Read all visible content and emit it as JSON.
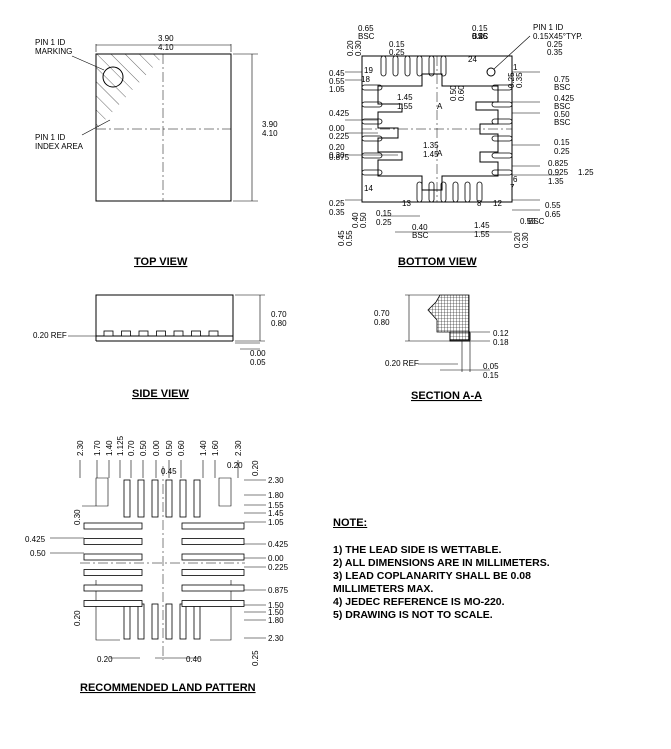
{
  "views": {
    "top": "TOP VIEW",
    "bottom": "BOTTOM VIEW",
    "side": "SIDE VIEW",
    "section": "SECTION A-A",
    "land": "RECOMMENDED LAND PATTERN"
  },
  "top_view": {
    "dim_w1": "3.90",
    "dim_w2": "4.10",
    "dim_h1": "3.90",
    "dim_h2": "4.10",
    "pin1_marking": [
      "PIN 1 ID",
      "MARKING"
    ],
    "pin1_index": [
      "PIN 1 ID",
      "INDEX AREA"
    ]
  },
  "bottom_view": {
    "pin1_label": [
      "PIN 1 ID",
      "0.15X45°TYP."
    ],
    "pin_numbers": [
      "19",
      "24",
      "1",
      "6",
      "7",
      "8",
      "13",
      "14",
      "18",
      "12"
    ],
    "dims": [
      "0.65",
      "BSC",
      "0.20",
      "0.30",
      "0.15",
      "0.25",
      "0.15",
      "0.25",
      "0.45",
      "BSC",
      "0.25",
      "0.35",
      "0.45",
      "0.55",
      "1.05",
      "0.75",
      "BSC",
      "0.25",
      "0.35",
      "0.425",
      "BSC",
      "0.50",
      "BSC",
      "1.45",
      "1.55",
      "0.50",
      "0.60",
      "0.425",
      "0.00",
      "0.225",
      "0.15",
      "0.25",
      "0.20",
      "0.30",
      "1.35",
      "1.45",
      "0.875",
      "0.825",
      "0.925",
      "1.25",
      "1.35",
      "0.25",
      "0.35",
      "0.15",
      "0.25",
      "0.45",
      "0.55",
      "0.40",
      "0.50",
      "0.40",
      "BSC",
      "1.45",
      "1.55",
      "0.55",
      "0.65",
      "0.55",
      "BSC",
      "0.20",
      "0.30",
      "A",
      "A"
    ]
  },
  "side_view": {
    "h1": "0.70",
    "h2": "0.80",
    "ref": "0.20 REF",
    "s1": "0.00",
    "s2": "0.05"
  },
  "section_aa": {
    "h1": "0.70",
    "h2": "0.80",
    "t1": "0.12",
    "t2": "0.18",
    "ref": "0.20 REF",
    "s1": "0.05",
    "s2": "0.15"
  },
  "land_pattern": {
    "top_dims": [
      "2.30",
      "1.70",
      "1.40",
      "1.125",
      "0.70",
      "0.50",
      "0.00",
      "0.50",
      "0.60",
      "1.40",
      "1.60",
      "2.30"
    ],
    "d_045": "0.45",
    "d_020": "0.20",
    "d_020b": "0.20",
    "right_dims": [
      "2.30",
      "1.80",
      "1.55",
      "1.45",
      "1.05",
      "0.425",
      "0.00",
      "0.225",
      "0.875",
      "1.50",
      "1.50",
      "1.80",
      "2.30"
    ],
    "left_dims": [
      "0.30",
      "0.425",
      "0.50",
      "0.20"
    ],
    "bottom_dims": [
      "0.20",
      "0.40",
      "0.25"
    ]
  },
  "notes": {
    "heading": "NOTE:",
    "items": [
      "1) THE LEAD SIDE IS WETTABLE.",
      "2) ALL DIMENSIONS ARE IN MILLIMETERS.",
      "3) LEAD COPLANARITY SHALL BE 0.08",
      "MILLIMETERS MAX.",
      "4) JEDEC REFERENCE IS MO-220.",
      "5) DRAWING IS NOT TO SCALE."
    ]
  }
}
